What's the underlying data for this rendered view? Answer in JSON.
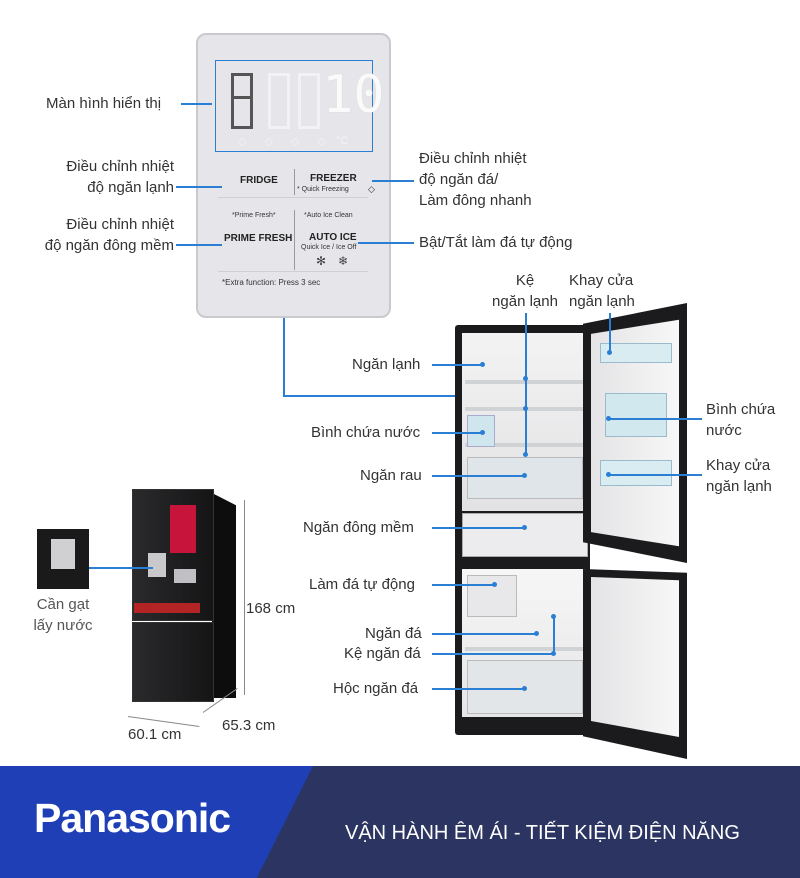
{
  "panel": {
    "digits": "10",
    "degree_symbol": "°C",
    "fridge": "FRIDGE",
    "freezer": "FREEZER",
    "quick_freezing": "* Quick Freezing",
    "prime_fresh_small": "*Prime Fresh*",
    "auto_ice_clean": "*Auto Ice Clean",
    "prime_fresh": "PRIME FRESH",
    "auto_ice": "AUTO ICE",
    "quick_ice": "Quick Ice / Ice Off",
    "extra_function": "*Extra function: Press 3 sec"
  },
  "labels": {
    "display": "Màn hình hiển thị",
    "fridge_temp_1": "Điều chỉnh nhiệt",
    "fridge_temp_2": "độ ngăn lạnh",
    "soft_temp_1": "Điều chỉnh nhiệt",
    "soft_temp_2": "độ ngăn đông mềm",
    "freezer_temp_1": "Điều chỉnh nhiệt",
    "freezer_temp_2": "độ ngăn đá/",
    "freezer_temp_3": "Làm đông nhanh",
    "auto_ice_toggle": "Bật/Tắt làm đá tự động",
    "shelf_1": "Kệ",
    "shelf_2": "ngăn lạnh",
    "door_tray_top_1": "Khay cửa",
    "door_tray_top_2": "ngăn lạnh",
    "fridge_compartment": "Ngăn lạnh",
    "water_tank_left": "Bình chứa nước",
    "water_tank_right_1": "Bình chứa",
    "water_tank_right_2": "nước",
    "veg_drawer": "Ngăn rau",
    "door_tray_bottom_1": "Khay cửa",
    "door_tray_bottom_2": "ngăn lạnh",
    "soft_freeze": "Ngăn đông mềm",
    "auto_ice_maker": "Làm đá tự động",
    "freezer_compartment": "Ngăn đá",
    "freezer_shelf": "Kệ ngăn đá",
    "ice_bin": "Hộc ngăn đá",
    "lever_1": "Cần gạt",
    "lever_2": "lấy nước",
    "height": "168 cm",
    "width": "60.1 cm",
    "depth": "65.3 cm"
  },
  "footer": {
    "brand": "Panasonic",
    "slogan": "VẬN HÀNH ÊM ÁI - TIẾT KIỆM ĐIỆN NĂNG"
  },
  "colors": {
    "accent_line": "#2a7fd4",
    "footer_dark": "#2c3561",
    "footer_blue": "#1f3fb6",
    "fridge_body": "#1b1b1d"
  }
}
